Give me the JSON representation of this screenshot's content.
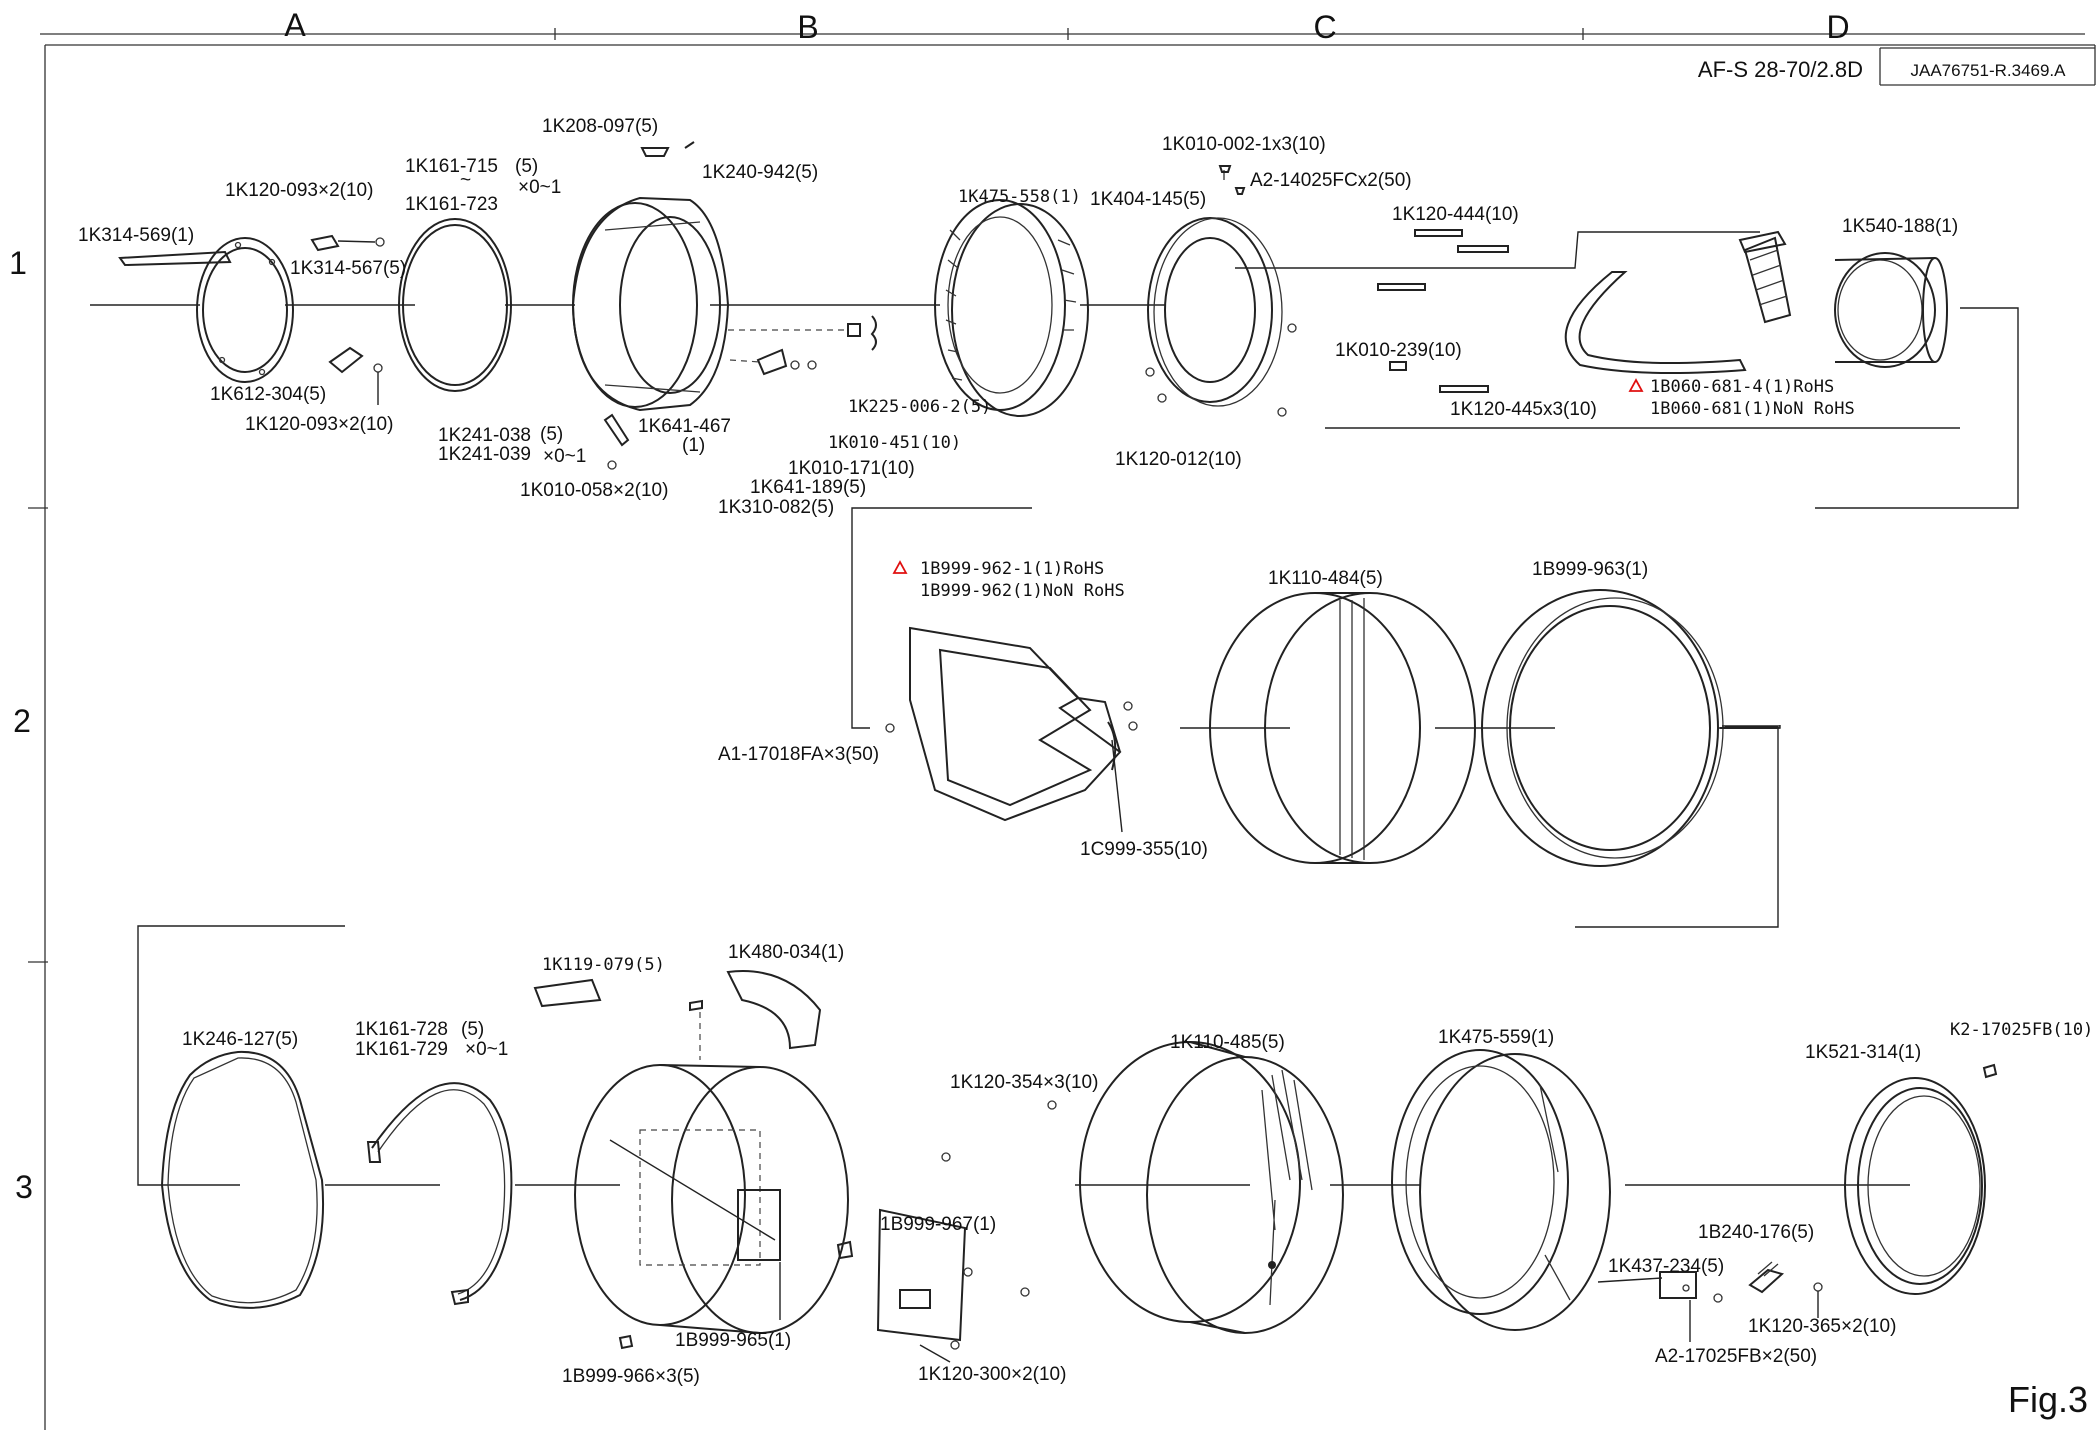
{
  "header": {
    "columns": [
      "A",
      "B",
      "C",
      "D"
    ],
    "rows": [
      "1",
      "2",
      "3"
    ],
    "title": "AF-S 28-70/2.8D",
    "reference": "JAA76751-R.3469.A"
  },
  "footer": {
    "figure": "Fig.3"
  },
  "colors": {
    "line": "#222222",
    "rohs_marker": "#e01010"
  },
  "parts": {
    "p1k314_569": "1K314-569(1)",
    "p1k120_093a": "1K120-093×2(10)",
    "p1k314_567": "1K314-567(5)",
    "p1k612_304": "1K612-304(5)",
    "p1k120_093b": "1K120-093×2(10)",
    "p1k161_715": "1K161-715",
    "p1k161_723": "1K161-723",
    "p1k161_qty": "(5)",
    "p1k161_range": "×0~1",
    "p1k161_tilde": "~",
    "p1k208_097": "1K208-097(5)",
    "p1k240_942": "1K240-942(5)",
    "p1k241_038": "1K241-038",
    "p1k241_039": "1K241-039",
    "p1k241_qty": "(5)",
    "p1k241_range": "×0~1",
    "p1k641_467": "1K641-467",
    "p1k641_467_qty": "(1)",
    "p1k010_058": "1K010-058×2(10)",
    "p1k225_006": "1K225-006-2(5)",
    "p1k010_451": "1K010-451(10)",
    "p1k010_171": "1K010-171(10)",
    "p1k641_189": "1K641-189(5)",
    "p1k310_082": "1K310-082(5)",
    "p1k475_558": "1K475-558(1)",
    "p1k010_002": "1K010-002-1x3(10)",
    "p1k404_145": "1K404-145(5)",
    "pa2_14025": "A2-14025FCx2(50)",
    "p1k120_444": "1K120-444(10)",
    "p1k010_239": "1K010-239(10)",
    "p1k120_445": "1K120-445x3(10)",
    "p1k120_012": "1K120-012(10)",
    "p1b060_681_4": "1B060-681-4(1)RoHS",
    "p1b060_681": "1B060-681(1)NoN RoHS",
    "p1k540_188": "1K540-188(1)",
    "p1b999_962_1": "1B999-962-1(1)RoHS",
    "p1b999_962": "1B999-962(1)NoN RoHS",
    "pa1_17018": "A1-17018FA×3(50)",
    "p1c999_355": "1C999-355(10)",
    "p1k110_484": "1K110-484(5)",
    "p1b999_963": "1B999-963(1)",
    "p1k119_079": "1K119-079(5)",
    "p1k480_034": "1K480-034(1)",
    "p1k246_127": "1K246-127(5)",
    "p1k161_728": "1K161-728",
    "p1k161_729": "1K161-729",
    "p1k161_728_qty": "(5)",
    "p1k161_728_range": "×0~1",
    "p1k120_354": "1K120-354×3(10)",
    "p1k110_485": "1K110-485(5)",
    "p1k475_559": "1K475-559(1)",
    "pk2_17025": "K2-17025FB(10)",
    "p1k521_314": "1K521-314(1)",
    "p1b999_967": "1B999-967(1)",
    "p1b999_965": "1B999-965(1)",
    "p1b999_966": "1B999-966×3(5)",
    "p1k120_300": "1K120-300×2(10)",
    "p1b240_176": "1B240-176(5)",
    "p1k437_234": "1K437-234(5)",
    "p1k120_365": "1K120-365×2(10)",
    "pa2_17025": "A2-17025FB×2(50)"
  }
}
